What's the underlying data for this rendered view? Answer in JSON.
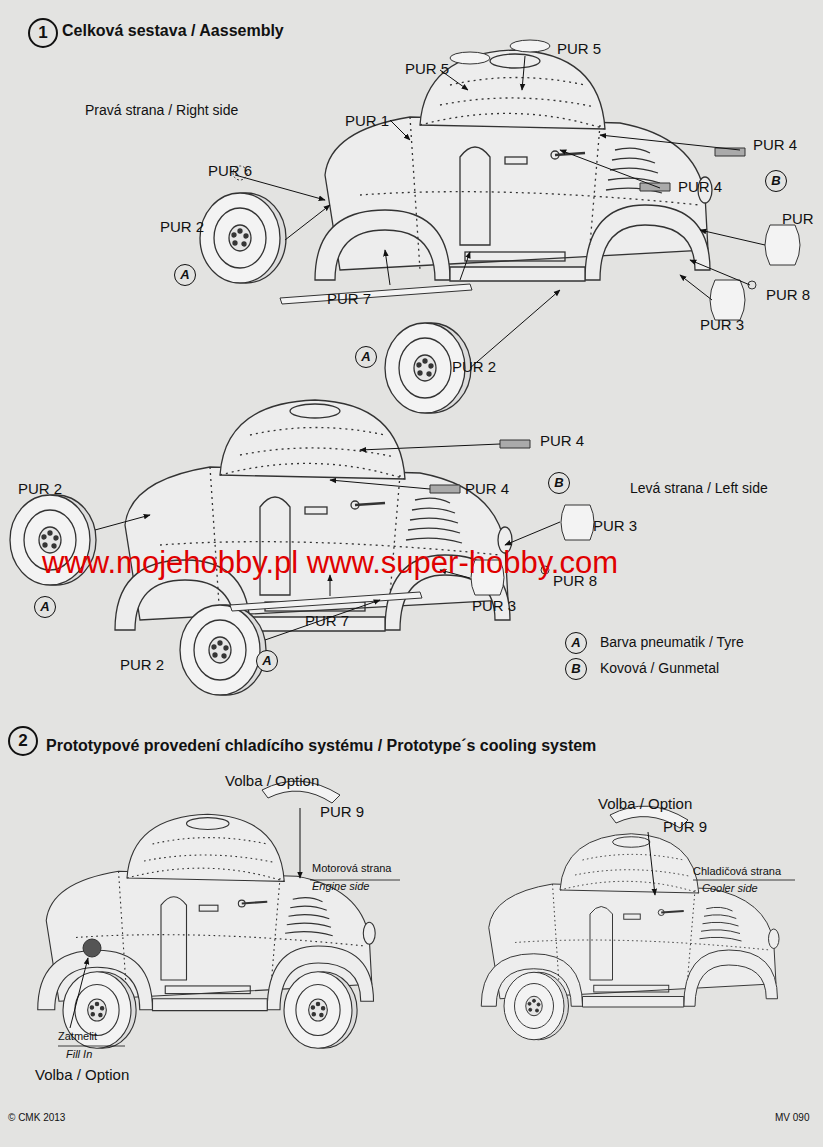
{
  "diagram": {
    "nodes": [
      {
        "text": [
          "1"
        ]
      },
      {
        "text": [
          "2"
        ]
      }
    ],
    "labels": [
      "Celková sestava / Aassembly",
      "Pravá strana / Right side",
      "PUR 5",
      "PUR 5",
      "PUR 1",
      "PUR 6",
      "PUR 4",
      "PUR 4",
      "B",
      "PUR 2",
      "A",
      "PUR",
      "PUR 8",
      "PUR 7",
      "PUR 3",
      "A",
      "PUR 2",
      "PUR 4",
      "PUR 4",
      "B",
      "PUR 2",
      "A",
      "Levá strana / Left side",
      "PUR 3",
      "PUR 8",
      "PUR 3",
      "PUR 7",
      "PUR 2",
      "A",
      "A",
      "B",
      "www.mojehobby.pl www.super-hobby.com",
      "Prototypové provedení chladícího systému / Prototype´s cooling system",
      "Volba / Option",
      "PUR 9",
      "Motorová strana",
      "Engine side",
      "Zatmelit",
      "Fill In",
      "Volba / Option",
      "Volba / Option",
      "PUR 9",
      "Chladičová strana",
      "Cooler side",
      "© CMK 2013",
      "MV 090"
    ],
    "legend": [
      {
        "text": "Barva pneumatik / Tyre"
      },
      {
        "text": "Kovová / Gunmetal"
      }
    ]
  }
}
